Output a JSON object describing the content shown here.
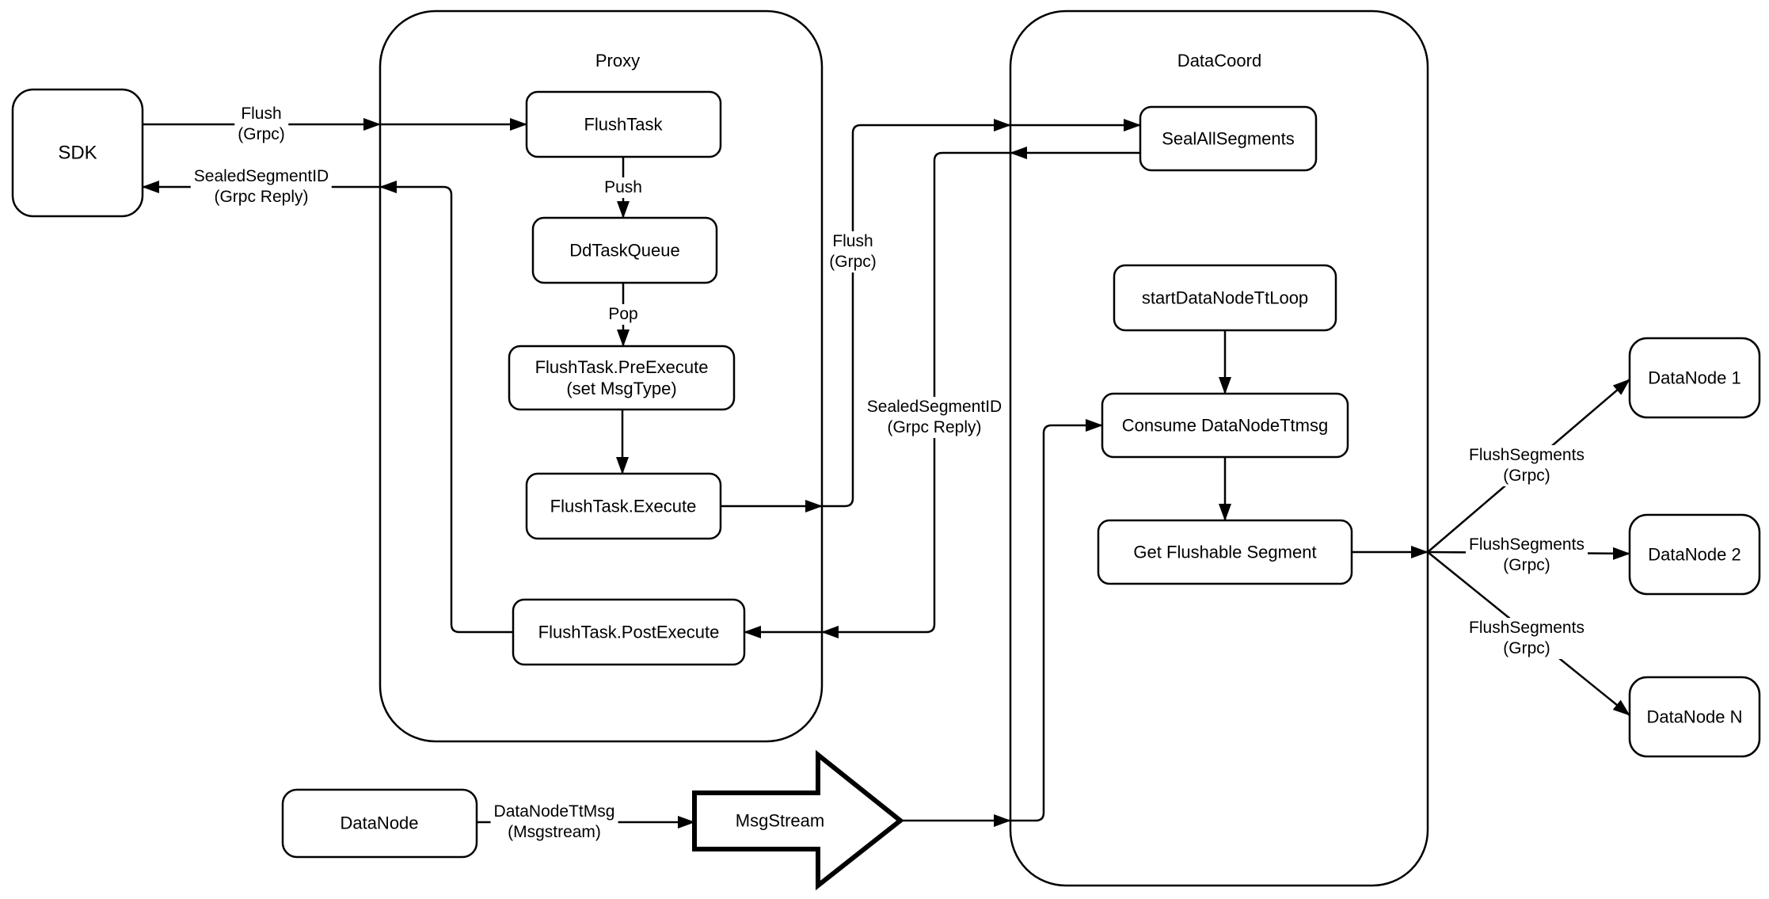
{
  "containers": {
    "proxy": {
      "title": "Proxy"
    },
    "datacoord": {
      "title": "DataCoord"
    }
  },
  "nodes": {
    "sdk": {
      "label": "SDK"
    },
    "flush_task": {
      "label": "FlushTask"
    },
    "dd_task_queue": {
      "label": "DdTaskQueue"
    },
    "pre_execute": {
      "label": "FlushTask.PreExecute",
      "sublabel": "(set MsgType)"
    },
    "execute": {
      "label": "FlushTask.Execute"
    },
    "post_execute": {
      "label": "FlushTask.PostExecute"
    },
    "seal_all_segments": {
      "label": "SealAllSegments"
    },
    "start_datanode_tt_loop": {
      "label": "startDataNodeTtLoop"
    },
    "consume_datanode_ttmsg": {
      "label": "Consume DataNodeTtmsg"
    },
    "get_flushable_segment": {
      "label": "Get Flushable Segment"
    },
    "datanode_1": {
      "label": "DataNode 1"
    },
    "datanode_2": {
      "label": "DataNode 2"
    },
    "datanode_n": {
      "label": "DataNode N"
    },
    "datanode": {
      "label": "DataNode"
    },
    "msgstream": {
      "label": "MsgStream"
    }
  },
  "edges": {
    "sdk_to_proxy": {
      "label": "Flush",
      "sublabel": "(Grpc)"
    },
    "flushtask_to_queue": {
      "label": "Push"
    },
    "queue_to_preexecute": {
      "label": "Pop"
    },
    "execute_to_sealall": {
      "label": "Flush",
      "sublabel": "(Grpc)"
    },
    "sealall_to_postexecute": {
      "label": "SealedSegmentID",
      "sublabel": "(Grpc Reply)"
    },
    "postexecute_to_sdk": {
      "label": "SealedSegmentID",
      "sublabel": "(Grpc Reply)"
    },
    "to_datanode_1": {
      "label": "FlushSegments",
      "sublabel": "(Grpc)"
    },
    "to_datanode_2": {
      "label": "FlushSegments",
      "sublabel": "(Grpc)"
    },
    "to_datanode_n": {
      "label": "FlushSegments",
      "sublabel": "(Grpc)"
    },
    "datanode_to_msgstream": {
      "label": "DataNodeTtMsg",
      "sublabel": "(Msgstream)"
    }
  },
  "colors": {
    "stroke": "#000000",
    "node_fill": "#ffffff",
    "background": "#ffffff"
  }
}
